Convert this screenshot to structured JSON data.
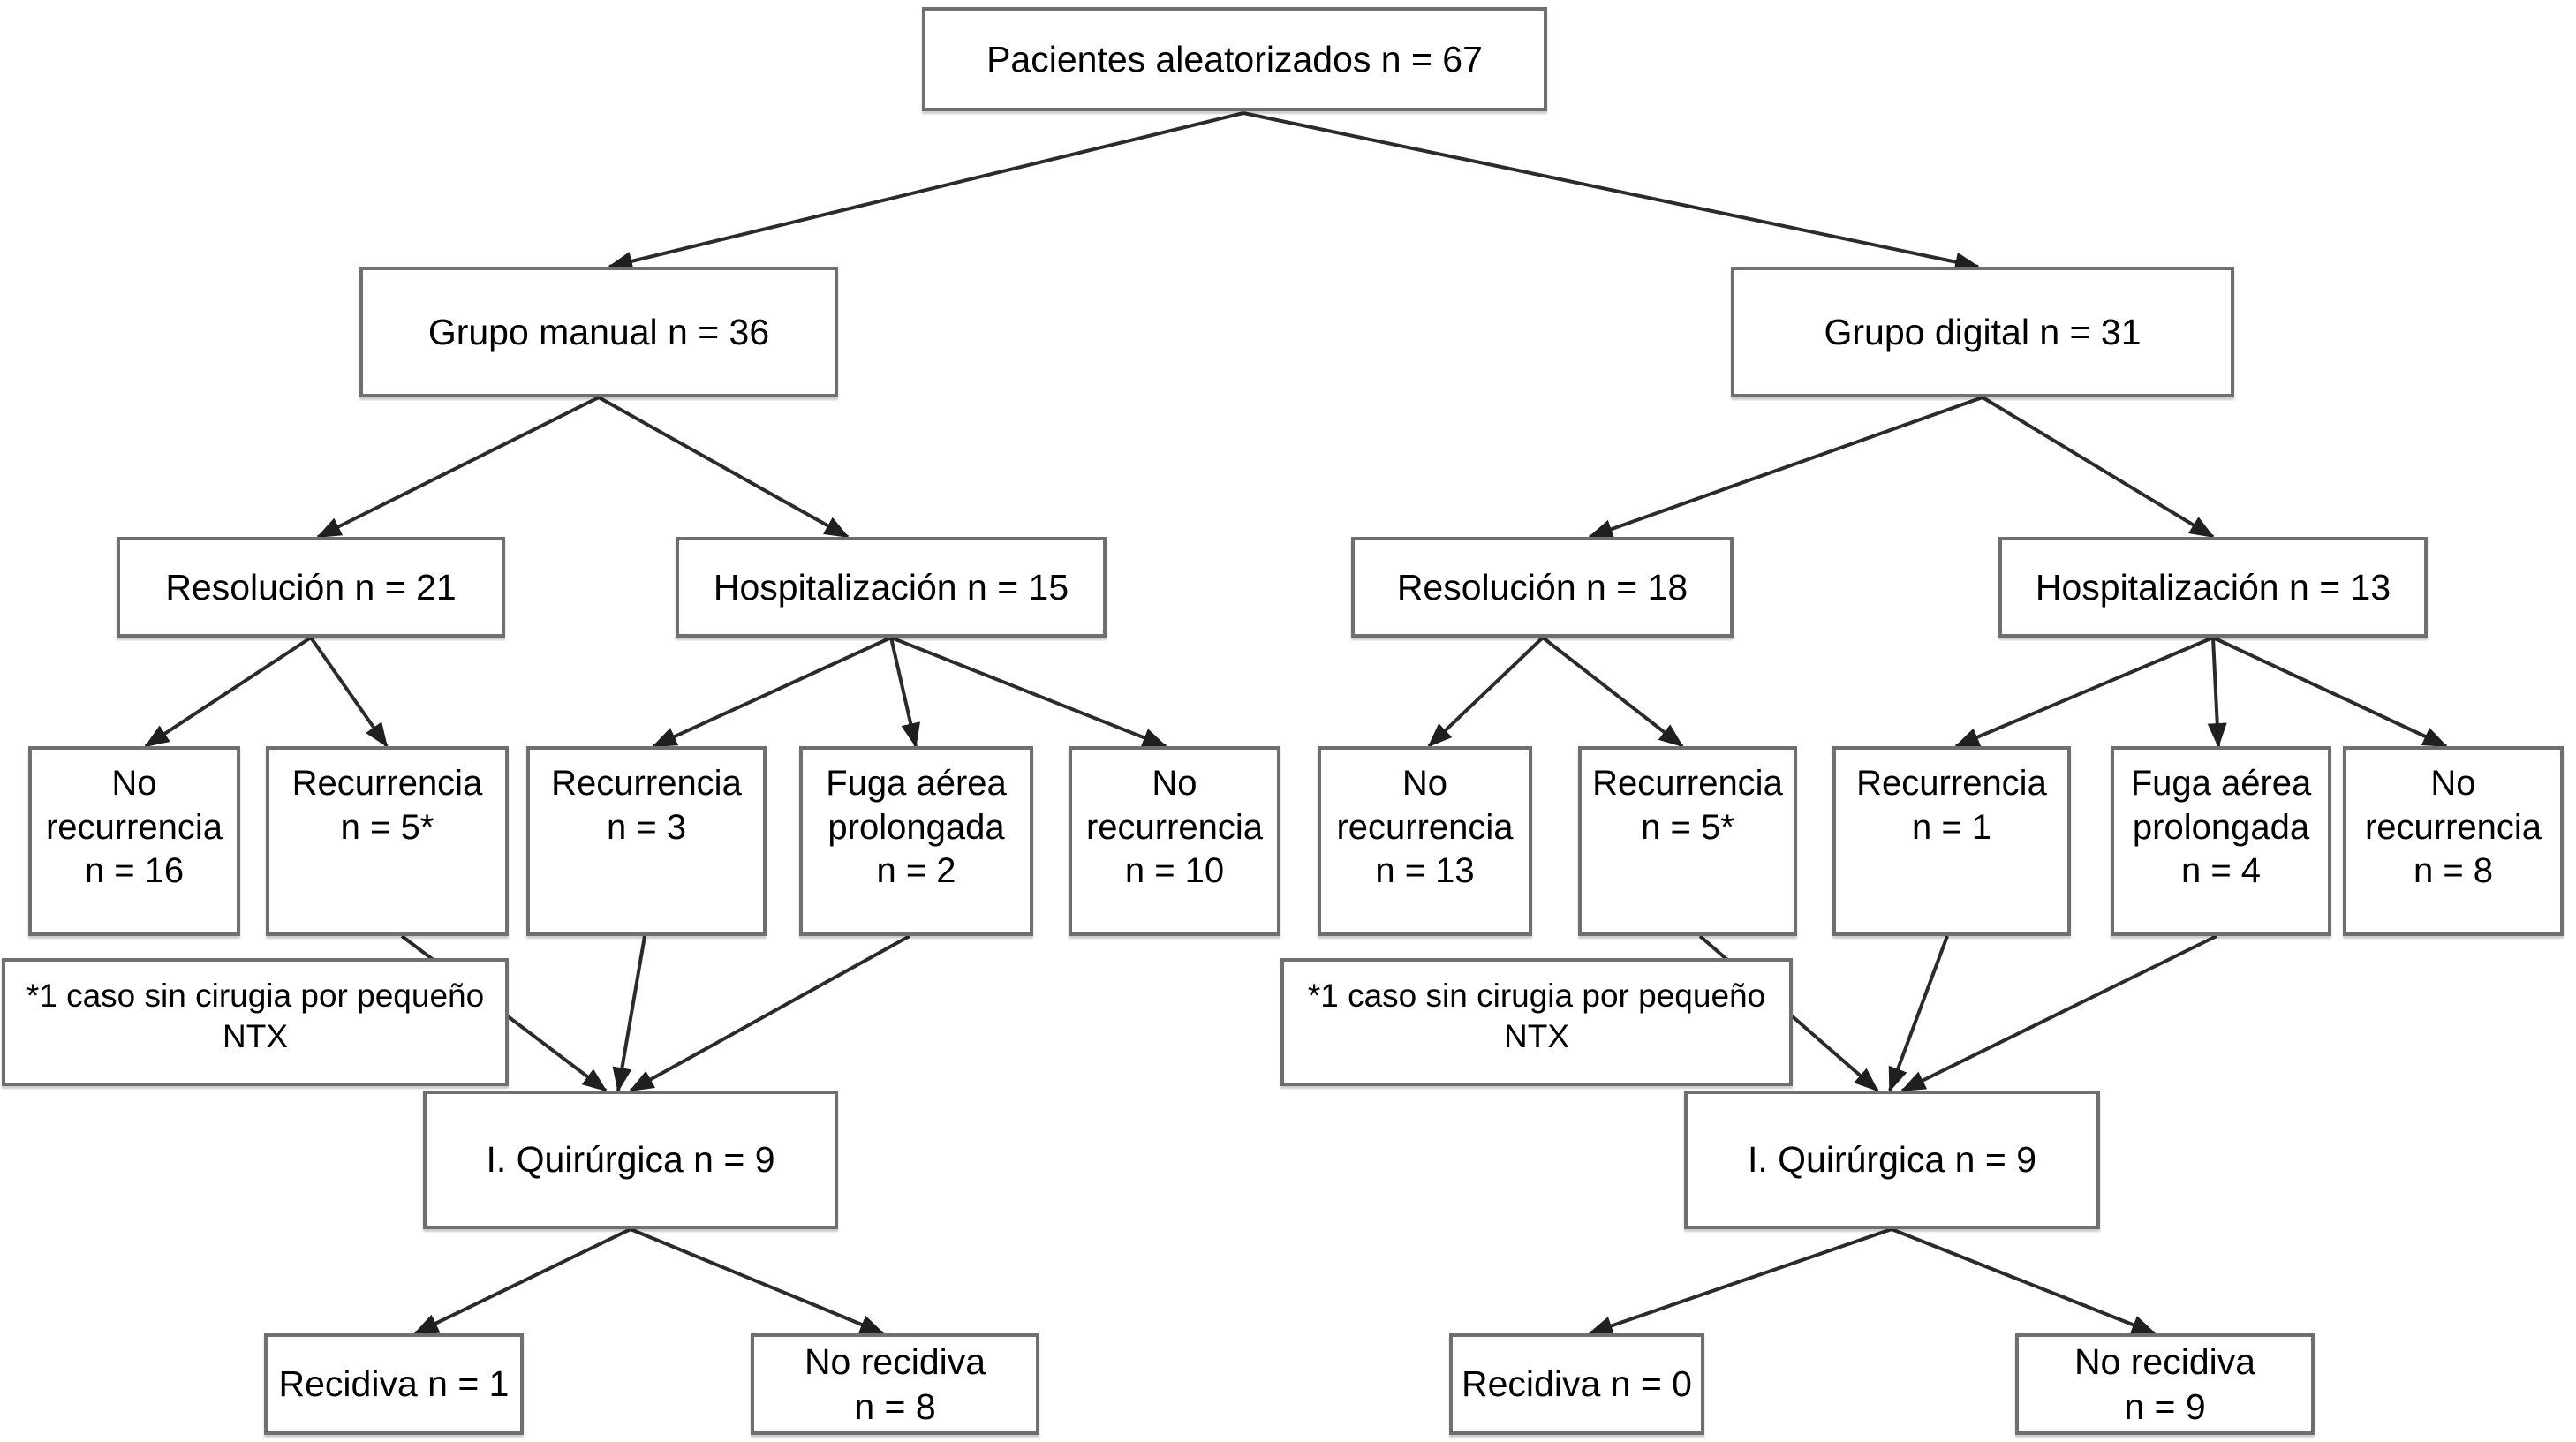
{
  "figure": {
    "kind": "patient-randomization-flowchart",
    "language": "es"
  },
  "colors": {
    "background": "#ffffff",
    "box_fill": "#ffffff",
    "box_border": "#6f6f6f",
    "arrow": "#2b2b2b",
    "text": "#000000"
  },
  "nodes": [
    {
      "id": "randomized",
      "label": "Pacientes aleatorizados n = 67"
    },
    {
      "id": "manual-group",
      "label": "Grupo manual n = 36"
    },
    {
      "id": "digital-group",
      "label": "Grupo digital n = 31"
    },
    {
      "id": "manual-resolution",
      "label": "Resolución n = 21"
    },
    {
      "id": "manual-hospitalization",
      "label": "Hospitalización n = 15"
    },
    {
      "id": "manual-no-recurrence",
      "label": "No\nrecurrencia\nn = 16"
    },
    {
      "id": "manual-recurrence",
      "label": "Recurrencia\nn = 5*"
    },
    {
      "id": "manual-hosp-recurrence",
      "label": "Recurrencia\nn = 3"
    },
    {
      "id": "manual-air-leak",
      "label": "Fuga aérea\nprolongada\nn = 2"
    },
    {
      "id": "manual-hosp-no-recurrence",
      "label": "No\nrecurrencia\nn = 10"
    },
    {
      "id": "manual-footnote",
      "label": "*1 caso sin cirugia por pequeño\nNTX"
    },
    {
      "id": "manual-surgery",
      "label": "I. Quirúrgica n = 9"
    },
    {
      "id": "manual-relapse",
      "label": "Recidiva n = 1"
    },
    {
      "id": "manual-no-relapse",
      "label": "No recidiva\nn = 8"
    },
    {
      "id": "digital-resolution",
      "label": "Resolución n = 18"
    },
    {
      "id": "digital-hospitalization",
      "label": "Hospitalización n = 13"
    },
    {
      "id": "digital-no-recurrence",
      "label": "No\nrecurrencia\nn = 13"
    },
    {
      "id": "digital-recurrence",
      "label": "Recurrencia\nn = 5*"
    },
    {
      "id": "digital-hosp-recurrence",
      "label": "Recurrencia\nn = 1"
    },
    {
      "id": "digital-air-leak",
      "label": "Fuga aérea\nprolongada\nn = 4"
    },
    {
      "id": "digital-hosp-no-recurrence",
      "label": "No\nrecurrencia\nn = 8"
    },
    {
      "id": "digital-footnote",
      "label": "*1 caso sin cirugia por pequeño\nNTX"
    },
    {
      "id": "digital-surgery",
      "label": "I. Quirúrgica n = 9"
    },
    {
      "id": "digital-relapse",
      "label": "Recidiva n = 0"
    },
    {
      "id": "digital-no-relapse",
      "label": "No recidiva\nn = 9"
    }
  ],
  "edges": [
    {
      "from": "randomized",
      "to": "manual-group"
    },
    {
      "from": "randomized",
      "to": "digital-group"
    },
    {
      "from": "manual-group",
      "to": "manual-resolution"
    },
    {
      "from": "manual-group",
      "to": "manual-hospitalization"
    },
    {
      "from": "digital-group",
      "to": "digital-resolution"
    },
    {
      "from": "digital-group",
      "to": "digital-hospitalization"
    },
    {
      "from": "manual-resolution",
      "to": "manual-no-recurrence"
    },
    {
      "from": "manual-resolution",
      "to": "manual-recurrence"
    },
    {
      "from": "manual-hospitalization",
      "to": "manual-hosp-recurrence"
    },
    {
      "from": "manual-hospitalization",
      "to": "manual-air-leak"
    },
    {
      "from": "manual-hospitalization",
      "to": "manual-hosp-no-recurrence"
    },
    {
      "from": "digital-resolution",
      "to": "digital-no-recurrence"
    },
    {
      "from": "digital-resolution",
      "to": "digital-recurrence"
    },
    {
      "from": "digital-hospitalization",
      "to": "digital-hosp-recurrence"
    },
    {
      "from": "digital-hospitalization",
      "to": "digital-air-leak"
    },
    {
      "from": "digital-hospitalization",
      "to": "digital-hosp-no-recurrence"
    },
    {
      "from": "manual-recurrence",
      "to": "manual-surgery"
    },
    {
      "from": "manual-hosp-recurrence",
      "to": "manual-surgery"
    },
    {
      "from": "manual-air-leak",
      "to": "manual-surgery"
    },
    {
      "from": "digital-recurrence",
      "to": "digital-surgery"
    },
    {
      "from": "digital-hosp-recurrence",
      "to": "digital-surgery"
    },
    {
      "from": "digital-air-leak",
      "to": "digital-surgery"
    },
    {
      "from": "manual-surgery",
      "to": "manual-relapse"
    },
    {
      "from": "manual-surgery",
      "to": "manual-no-relapse"
    },
    {
      "from": "digital-surgery",
      "to": "digital-relapse"
    },
    {
      "from": "digital-surgery",
      "to": "digital-no-relapse"
    }
  ]
}
